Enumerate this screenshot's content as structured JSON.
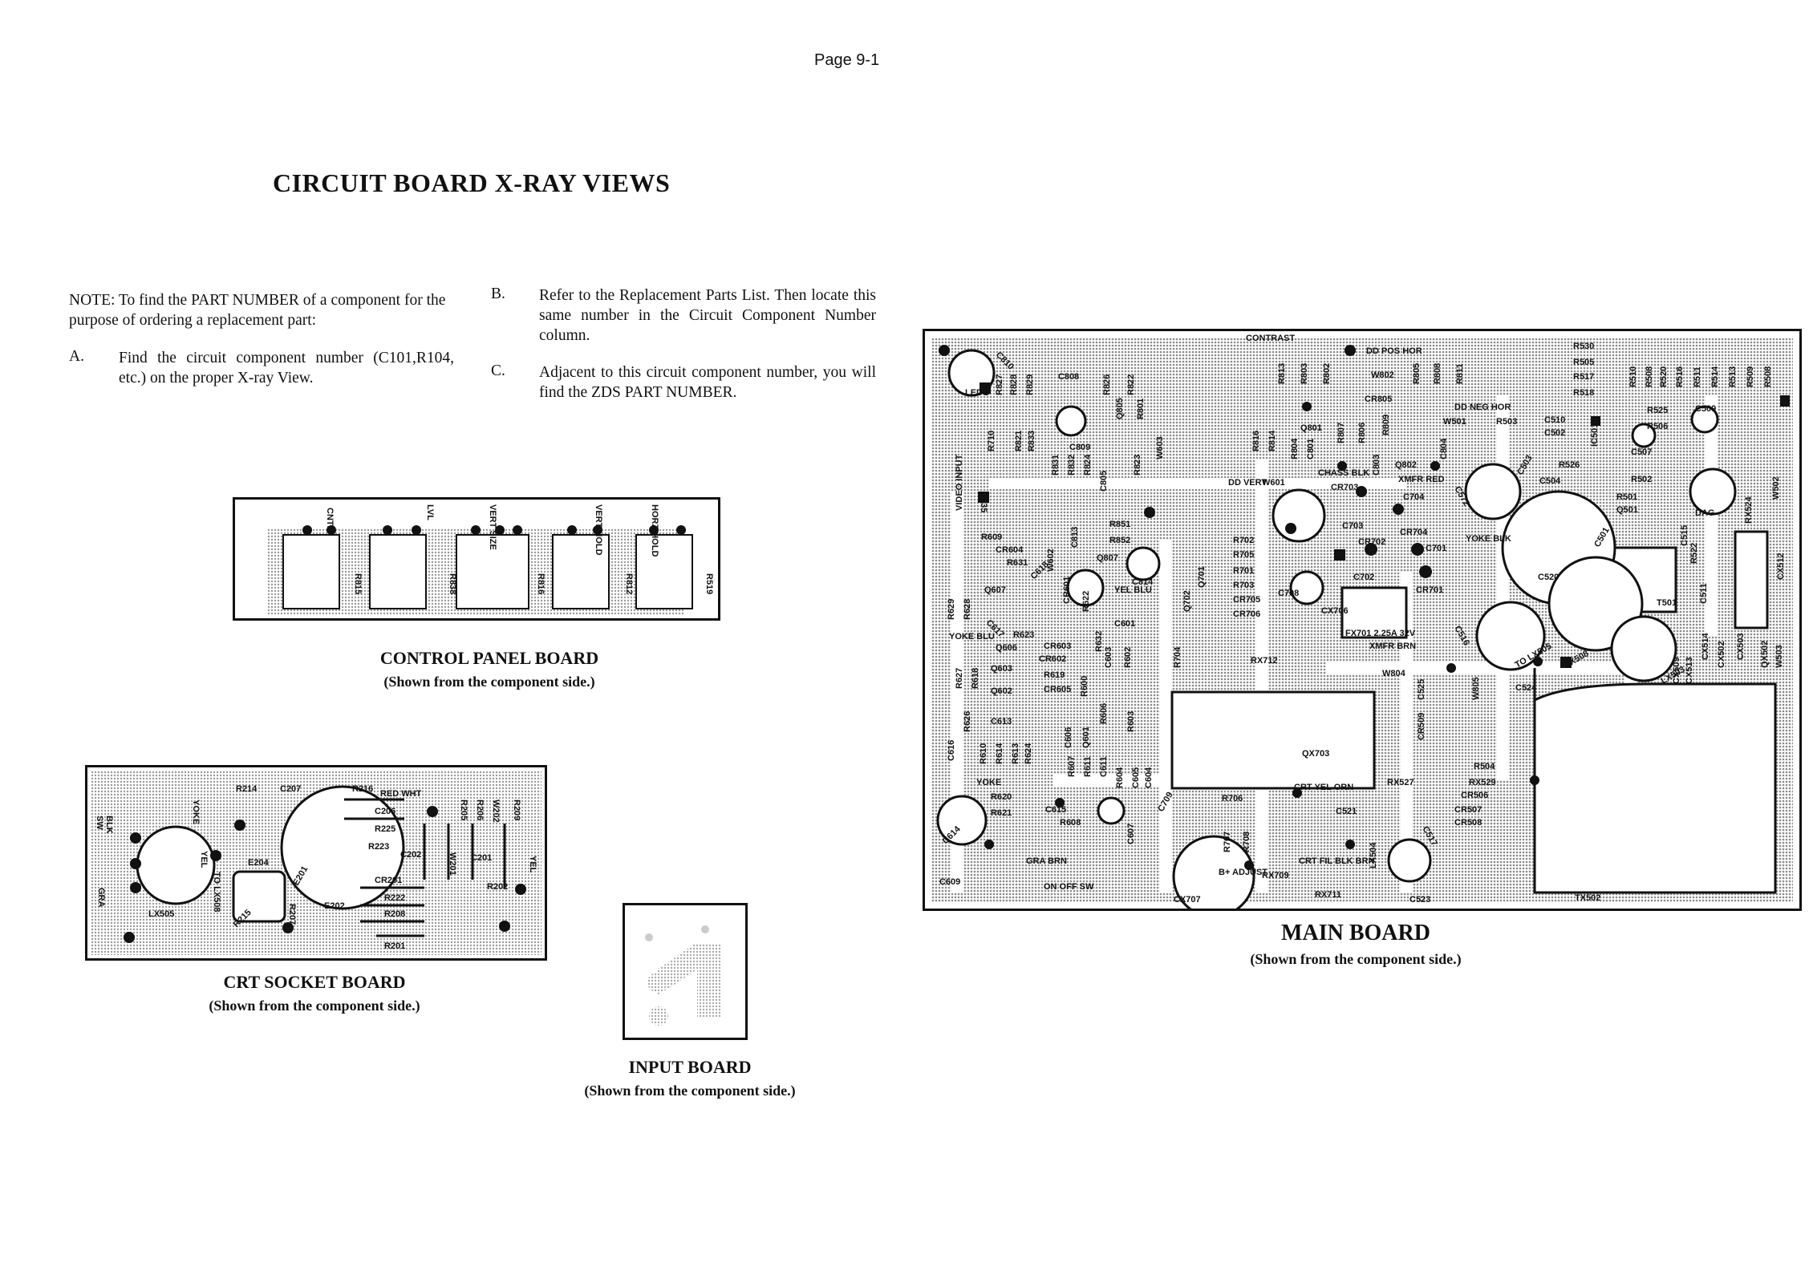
{
  "page": {
    "number": "Page 9-1",
    "title": "CIRCUIT BOARD X-RAY VIEWS"
  },
  "note": {
    "intro": "NOTE: To find the PART NUMBER of a component for the purpose of ordering a replacement part:",
    "steps": [
      {
        "letter": "A.",
        "text": "Find the circuit component number (C101,R104, etc.) on the proper X-ray View."
      },
      {
        "letter": "B.",
        "text": "Refer to the Replacement Parts List. Then locate this same number in the Circuit Component Number column."
      },
      {
        "letter": "C.",
        "text": "Adjacent to this circuit component number, you will find the ZDS PART NUMBER."
      }
    ]
  },
  "boards": {
    "control_panel": {
      "caption": "CONTROL PANEL BOARD",
      "subcaption": "(Shown from the component side.)",
      "labels": [
        "CNTR",
        "VERT SIZE",
        "VERT HOLD",
        "HORZ HOLD",
        "LVL",
        "R815",
        "R838",
        "R816",
        "R812",
        "R519"
      ]
    },
    "crt_socket": {
      "caption": "CRT SOCKET BOARD",
      "subcaption": "(Shown from the component side.)",
      "labels": [
        "R214",
        "C207",
        "R216",
        "RED WHT",
        "C206",
        "R225",
        "R223",
        "C202",
        "CR201",
        "R222",
        "R208",
        "R201",
        "R202",
        "C201",
        "W201",
        "R205",
        "R206",
        "W202",
        "R209",
        "E204",
        "E201",
        "E202",
        "R207",
        "R215",
        "SW",
        "YOKE",
        "BLK",
        "YEL",
        "GRA",
        "LX505",
        "TO LX508",
        "YEL"
      ]
    },
    "input": {
      "caption": "INPUT BOARD",
      "subcaption": "(Shown from the component side.)"
    },
    "main": {
      "caption": "MAIN BOARD",
      "subcaption": "(Shown from the component side.)",
      "labels": [
        "CONTRAST",
        "C810",
        "R827",
        "R828",
        "R829",
        "C808",
        "R826",
        "R822",
        "R813",
        "R803",
        "R802",
        "DD POS HOR",
        "W802",
        "CR805",
        "R805",
        "R808",
        "R811",
        "R530",
        "R505",
        "R517",
        "R518",
        "R510",
        "R508",
        "R520",
        "R516",
        "R511",
        "R514",
        "R513",
        "R509",
        "R508",
        "LED",
        "R710",
        "R821",
        "R833",
        "R831",
        "R832",
        "R824",
        "C809",
        "C805",
        "Q805",
        "R801",
        "R823",
        "W603",
        "R816",
        "R814",
        "Q801",
        "R804",
        "C801",
        "R807",
        "R806",
        "R809",
        "C804",
        "DD NEG HOR",
        "W501",
        "R503",
        "C510",
        "C502",
        "IC501",
        "R525",
        "R506",
        "C509",
        "C507",
        "R526",
        "R502",
        "R501",
        "Q501",
        "C504",
        "C503",
        "VIDEO INPUT",
        "R835",
        "R851",
        "R852",
        "DD VERT",
        "W601",
        "CR703",
        "CHASS BLK",
        "C803",
        "Q802",
        "XMFR RED",
        "C704",
        "C703",
        "CR704",
        "C572",
        "C501",
        "C515",
        "DAG",
        "RX524",
        "W502",
        "R609",
        "CR604",
        "R631",
        "Q607",
        "C618",
        "W602",
        "C813",
        "CR601",
        "Q807",
        "R622",
        "C814",
        "YEL BLU",
        "Q701",
        "Q702",
        "R702",
        "R705",
        "R701",
        "R703",
        "CR705",
        "CR706",
        "C708",
        "CX706",
        "CR702",
        "C702",
        "C701",
        "CR701",
        "YOKE BLK",
        "C520",
        "T501",
        "C511",
        "R522",
        "CX512",
        "R629",
        "R628",
        "C617",
        "R623",
        "CR603",
        "CR602",
        "R619",
        "CR605",
        "Q606",
        "Q603",
        "Q602",
        "R632",
        "C601",
        "R602",
        "C603",
        "R600",
        "R606",
        "R603",
        "C606",
        "Q601",
        "R704",
        "RX712",
        "FX701 2.25A 32V",
        "XMFR BRN",
        "C516",
        "W804",
        "C525",
        "CR509",
        "W805",
        "TO LX505",
        "LX508",
        "LX503",
        "CX514",
        "CX502",
        "CX503",
        "CX513",
        "CX509",
        "QX502",
        "W503",
        "YOKE BLU",
        "R627",
        "R618",
        "R626",
        "C613",
        "R610",
        "R614",
        "R613",
        "R624",
        "C616",
        "R607",
        "R611",
        "C611",
        "R604",
        "C605",
        "C604",
        "QX703",
        "CRT YEL ORN",
        "RX527",
        "R504",
        "RX529",
        "CR506",
        "CR507",
        "CR508",
        "C524",
        "YOKE",
        "R620",
        "R621",
        "C615",
        "C614",
        "R608",
        "C607",
        "C709",
        "R706",
        "R707",
        "R708",
        "C521",
        "LX504",
        "C517",
        "CRT FIL BLK BRN",
        "B+ ADJUST",
        "RX709",
        "CX707",
        "RX711",
        "C523",
        "C609",
        "GRA BRN",
        "ON OFF SW",
        "TX502"
      ]
    }
  }
}
